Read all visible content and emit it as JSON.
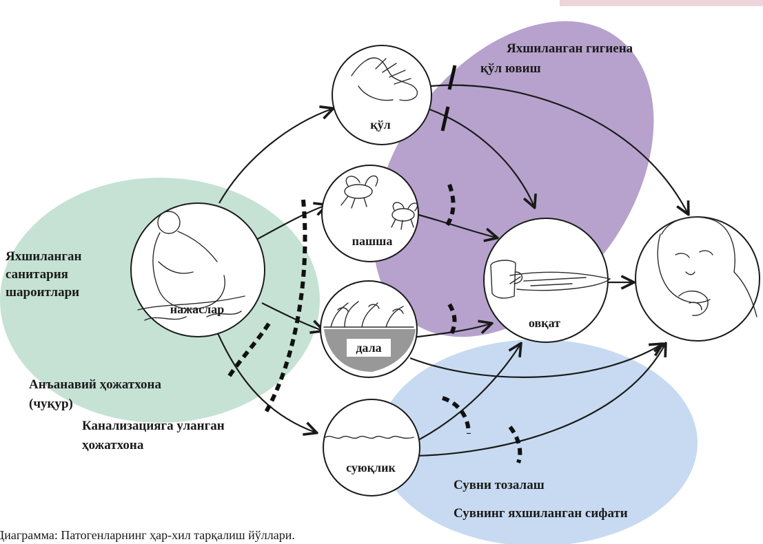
{
  "colors": {
    "sanitation_zone": "#c5e2d5",
    "hygiene_zone": "#b6a2cc",
    "water_zone": "#c7daf1",
    "corner_tab": "#ecd6da",
    "ink": "#1a1a1a"
  },
  "nodes": {
    "feces": "нажаслар",
    "hands": "қўл",
    "flies": "пашша",
    "fields": "дала",
    "fluids": "суюқлик",
    "food": "овқат"
  },
  "zones": {
    "sanitation_label_line1": "Яхшиланган",
    "sanitation_label_line2": "санитария",
    "sanitation_label_line3": "шароитлари",
    "hygiene_label": "Яхшиланган гигиена",
    "handwashing_label": "қўл ювиш",
    "traditional_latrine_line1": "Анъанавий ҳожатхона",
    "traditional_latrine_line2": "(чуқур)",
    "sewer_latrine_line1": "Канализацияга уланган",
    "sewer_latrine_line2": "ҳожатхона",
    "water_treatment_label": "Сувни тозалаш",
    "water_quality_label": "Сувнинг яхшиланган сифати"
  },
  "icons": {
    "feces": "squatting-person-icon",
    "hands": "hand-icon",
    "flies": "fly-icon",
    "fields": "field-crops-icon",
    "fluids": "water-surface-icon",
    "food": "food-plate-icon",
    "person": "eating-person-icon"
  },
  "caption": "Диаграмма: Патогенларнинг ҳар-хил тарқалиш йўллари."
}
